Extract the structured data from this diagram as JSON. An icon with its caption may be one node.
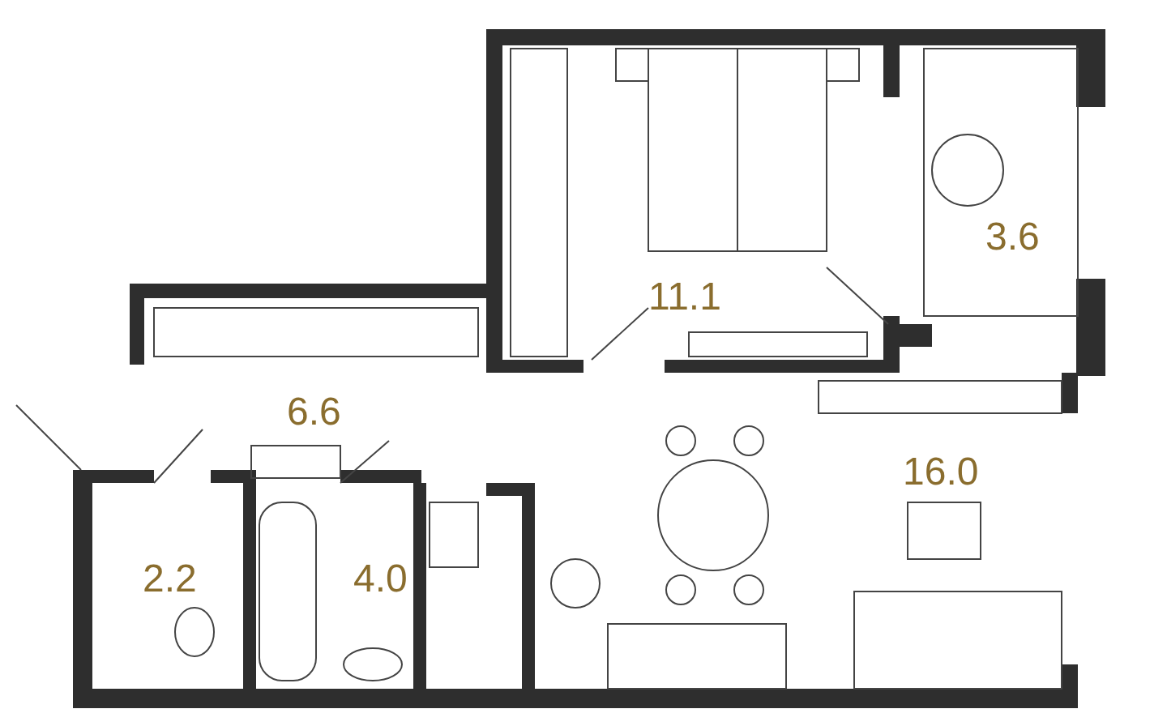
{
  "diagram": {
    "labels": [
      "11.1",
      "3.6",
      "6.6",
      "16.0",
      "2.2",
      "4.0"
    ]
  }
}
